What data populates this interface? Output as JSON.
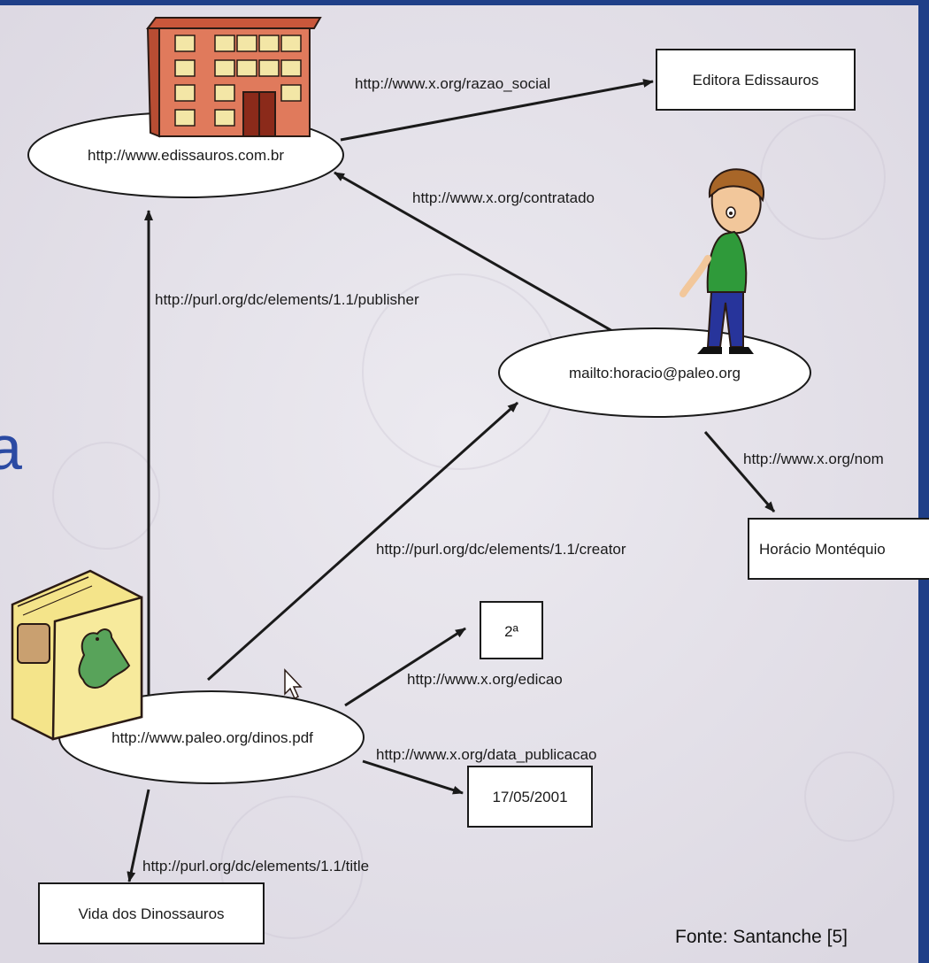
{
  "nodes": {
    "edissauros": "http://www.edissauros.com.br",
    "horacio": "mailto:horacio@paleo.org",
    "dinos": "http://www.paleo.org/dinos.pdf"
  },
  "literals": {
    "razao_social": "Editora Edissauros",
    "nome": "Horácio Montéquio",
    "edicao": "2ª",
    "data": "17/05/2001",
    "titulo": "Vida dos Dinossauros"
  },
  "predicates": {
    "razao_social": "http://www.x.org/razao_social",
    "contratado": "http://www.x.org/contratado",
    "publisher": "http://purl.org/dc/elements/1.1/publisher",
    "nome": "http://www.x.org/nom",
    "creator": "http://purl.org/dc/elements/1.1/creator",
    "edicao": "http://www.x.org/edicao",
    "data_publicacao": "http://www.x.org/data_publicacao",
    "title": "http://purl.org/dc/elements/1.1/title"
  },
  "source": "Fonte: Santanche [5]",
  "colors": {
    "frame": "#1f3f88",
    "background": "#e2dfe7",
    "building": "#e07a5c",
    "person_shirt": "#2f9a3a",
    "book": "#f4e48a"
  },
  "icons": [
    "building-icon",
    "person-icon",
    "book-icon",
    "mouse-cursor-icon"
  ]
}
